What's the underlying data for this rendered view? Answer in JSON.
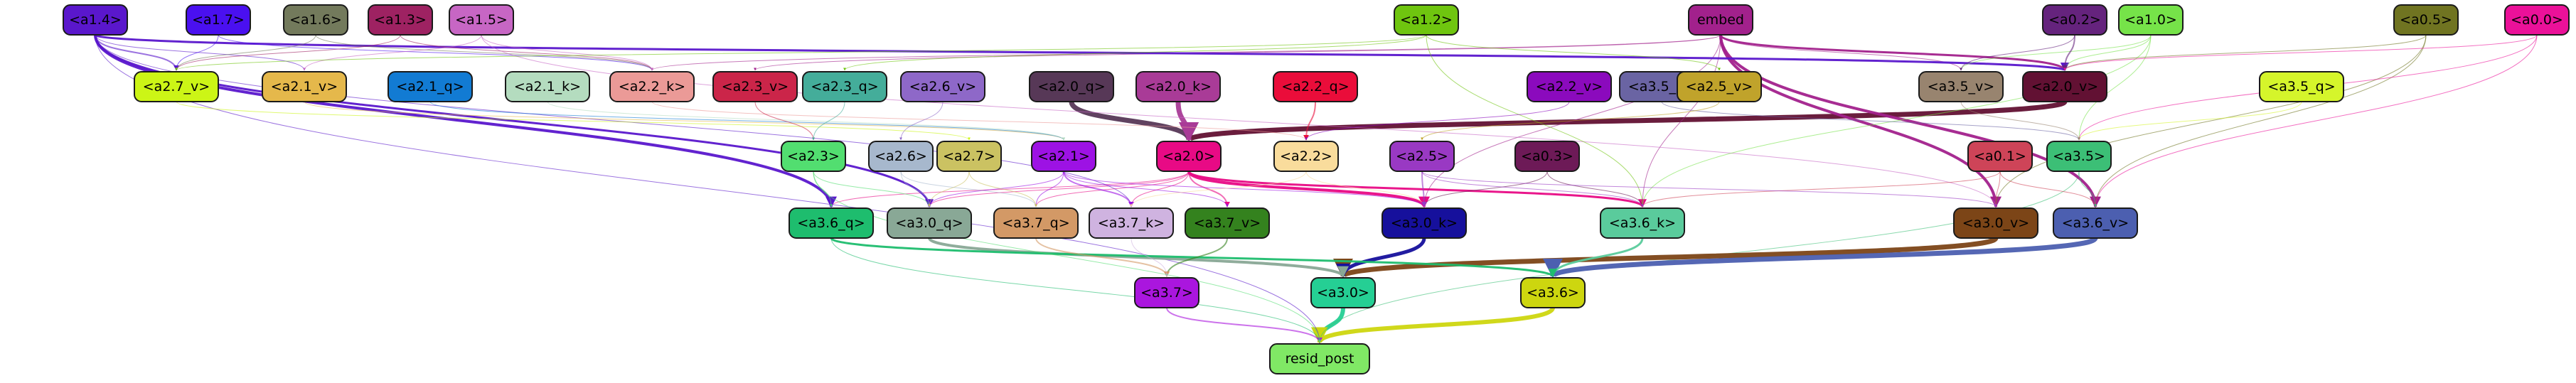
{
  "nodes": [
    {
      "id": "a1.4",
      "label": "<a1.4>",
      "color": "#5a17cc",
      "text": "#000000"
    },
    {
      "id": "a1.7",
      "label": "<a1.7>",
      "color": "#4a10f0",
      "text": "#000000"
    },
    {
      "id": "a1.6",
      "label": "<a1.6>",
      "color": "#737a5c",
      "text": "#000000"
    },
    {
      "id": "a1.3",
      "label": "<a1.3>",
      "color": "#9e2262",
      "text": "#000000"
    },
    {
      "id": "a1.5",
      "label": "<a1.5>",
      "color": "#c766c4",
      "text": "#000000"
    },
    {
      "id": "a1.2",
      "label": "<a1.2>",
      "color": "#6fc50f",
      "text": "#000000"
    },
    {
      "id": "embed",
      "label": "embed",
      "color": "#a2218c",
      "text": "#000000"
    },
    {
      "id": "a0.2",
      "label": "<a0.2>",
      "color": "#65237d",
      "text": "#000000"
    },
    {
      "id": "a1.0",
      "label": "<a1.0>",
      "color": "#76e349",
      "text": "#000000"
    },
    {
      "id": "a0.5",
      "label": "<a0.5>",
      "color": "#707421",
      "text": "#000000"
    },
    {
      "id": "a0.0",
      "label": "<a0.0>",
      "color": "#eb1199",
      "text": "#000000"
    },
    {
      "id": "a2.7_v",
      "label": "<a2.7_v>",
      "color": "#ccf516",
      "text": "#000000"
    },
    {
      "id": "a2.1_v",
      "label": "<a2.1_v>",
      "color": "#e5b84b",
      "text": "#000000"
    },
    {
      "id": "a2.1_q",
      "label": "<a2.1_q>",
      "color": "#127bd3",
      "text": "#000000"
    },
    {
      "id": "a2.1_k",
      "label": "<a2.1_k>",
      "color": "#b4dcbf",
      "text": "#000000"
    },
    {
      "id": "a2.2_k",
      "label": "<a2.2_k>",
      "color": "#eb9a97",
      "text": "#000000"
    },
    {
      "id": "a2.3_v",
      "label": "<a2.3_v>",
      "color": "#cb2549",
      "text": "#000000"
    },
    {
      "id": "a2.3_q",
      "label": "<a2.3_q>",
      "color": "#44ad9a",
      "text": "#000000"
    },
    {
      "id": "a2.6_v",
      "label": "<a2.6_v>",
      "color": "#8e68c8",
      "text": "#000000"
    },
    {
      "id": "a2.0_q",
      "label": "<a2.0_q>",
      "color": "#573857",
      "text": "#000000"
    },
    {
      "id": "a2.0_k",
      "label": "<a2.0_k>",
      "color": "#a93b97",
      "text": "#000000"
    },
    {
      "id": "a2.2_q",
      "label": "<a2.2_q>",
      "color": "#ea0d3a",
      "text": "#000000"
    },
    {
      "id": "a2.2_v",
      "label": "<a2.2_v>",
      "color": "#8b0abd",
      "text": "#000000"
    },
    {
      "id": "a3.5_k",
      "label": "<a3.5_k>",
      "color": "#6a64a3",
      "text": "#000000"
    },
    {
      "id": "a2.5_v",
      "label": "<a2.5_v>",
      "color": "#c0a32b",
      "text": "#000000"
    },
    {
      "id": "a3.5_v",
      "label": "<a3.5_v>",
      "color": "#98846f",
      "text": "#000000"
    },
    {
      "id": "a2.0_v",
      "label": "<a2.0_v>",
      "color": "#621133",
      "text": "#000000"
    },
    {
      "id": "a3.5_q",
      "label": "<a3.5_q>",
      "color": "#d5f52b",
      "text": "#000000"
    },
    {
      "id": "a2.3",
      "label": "<a2.3>",
      "color": "#52de70",
      "text": "#000000"
    },
    {
      "id": "a2.6",
      "label": "<a2.6>",
      "color": "#a7b8cd",
      "text": "#000000"
    },
    {
      "id": "a2.7",
      "label": "<a2.7>",
      "color": "#cbc262",
      "text": "#000000"
    },
    {
      "id": "a2.1",
      "label": "<a2.1>",
      "color": "#9d12e4",
      "text": "#000000"
    },
    {
      "id": "a2.0",
      "label": "<a2.0>",
      "color": "#e80a85",
      "text": "#000000"
    },
    {
      "id": "a2.2",
      "label": "<a2.2>",
      "color": "#f9dc9c",
      "text": "#000000"
    },
    {
      "id": "a2.5",
      "label": "<a2.5>",
      "color": "#9939c3",
      "text": "#000000"
    },
    {
      "id": "a0.3",
      "label": "<a0.3>",
      "color": "#6d1a57",
      "text": "#000000"
    },
    {
      "id": "a0.1",
      "label": "<a0.1>",
      "color": "#ce4458",
      "text": "#000000"
    },
    {
      "id": "a3.5",
      "label": "<a3.5>",
      "color": "#3cbf76",
      "text": "#000000"
    },
    {
      "id": "a3.6_q",
      "label": "<a3.6_q>",
      "color": "#1ebd6e",
      "text": "#000000"
    },
    {
      "id": "a3.0_q",
      "label": "<a3.0_q>",
      "color": "#89a896",
      "text": "#000000"
    },
    {
      "id": "a3.7_q",
      "label": "<a3.7_q>",
      "color": "#d39966",
      "text": "#000000"
    },
    {
      "id": "a3.7_k",
      "label": "<a3.7_k>",
      "color": "#cfb3e0",
      "text": "#000000"
    },
    {
      "id": "a3.7_v",
      "label": "<a3.7_v>",
      "color": "#34821e",
      "text": "#000000"
    },
    {
      "id": "a3.0_k",
      "label": "<a3.0_k>",
      "color": "#16109c",
      "text": "#000000"
    },
    {
      "id": "a3.6_k",
      "label": "<a3.6_k>",
      "color": "#5acb9c",
      "text": "#000000"
    },
    {
      "id": "a3.0_v",
      "label": "<a3.0_v>",
      "color": "#7c4517",
      "text": "#000000"
    },
    {
      "id": "a3.6_v",
      "label": "<a3.6_v>",
      "color": "#4c5fb0",
      "text": "#000000"
    },
    {
      "id": "a3.7",
      "label": "<a3.7>",
      "color": "#aa16de",
      "text": "#000000"
    },
    {
      "id": "a3.0",
      "label": "<a3.0>",
      "color": "#25cf94",
      "text": "#000000"
    },
    {
      "id": "a3.6",
      "label": "<a3.6>",
      "color": "#cdd60f",
      "text": "#000000"
    },
    {
      "id": "resid_post",
      "label": "resid_post",
      "color": "#80e865",
      "text": "#000000"
    }
  ],
  "edges": [
    {
      "from": "a3.0",
      "to": "resid_post",
      "color": "#25cf94",
      "weight": 6
    },
    {
      "from": "a3.6",
      "to": "resid_post",
      "color": "#cdd60f",
      "weight": 6
    },
    {
      "from": "a3.7",
      "to": "resid_post",
      "color": "#aa16de",
      "weight": 2
    },
    {
      "from": "a1.4",
      "to": "resid_post",
      "color": "#5a17cc",
      "weight": 1
    },
    {
      "from": "a3.6_q",
      "to": "resid_post",
      "color": "#1ebd6e",
      "weight": 1
    },
    {
      "from": "a3.5",
      "to": "resid_post",
      "color": "#3cbf76",
      "weight": 1
    },
    {
      "from": "a3.0_v",
      "to": "a3.0",
      "color": "#7c4517",
      "weight": 7
    },
    {
      "from": "a3.0_k",
      "to": "a3.0",
      "color": "#16109c",
      "weight": 5
    },
    {
      "from": "a3.0_q",
      "to": "a3.0",
      "color": "#89a896",
      "weight": 4
    },
    {
      "from": "a3.6_v",
      "to": "a3.6",
      "color": "#4c5fb0",
      "weight": 7
    },
    {
      "from": "a3.6_k",
      "to": "a3.6",
      "color": "#5acb9c",
      "weight": 3
    },
    {
      "from": "a3.6_q",
      "to": "a3.6",
      "color": "#1ebd6e",
      "weight": 3
    },
    {
      "from": "a3.7_v",
      "to": "a3.7",
      "color": "#34821e",
      "weight": 2
    },
    {
      "from": "a3.7_q",
      "to": "a3.7",
      "color": "#d39966",
      "weight": 2
    },
    {
      "from": "a3.7_k",
      "to": "a3.7",
      "color": "#cfb3e0",
      "weight": 1
    },
    {
      "from": "a2.0",
      "to": "a3.0_k",
      "color": "#e80a85",
      "weight": 4
    },
    {
      "from": "a2.0",
      "to": "a3.6_k",
      "color": "#e80a85",
      "weight": 3
    },
    {
      "from": "a2.0",
      "to": "a3.7_v",
      "color": "#e80a85",
      "weight": 2
    },
    {
      "from": "a2.0",
      "to": "a3.0_q",
      "color": "#e80a85",
      "weight": 1
    },
    {
      "from": "a2.0",
      "to": "a3.7_k",
      "color": "#e80a85",
      "weight": 1
    },
    {
      "from": "a2.0",
      "to": "a3.7_q",
      "color": "#e80a85",
      "weight": 1
    },
    {
      "from": "a2.0",
      "to": "a3.6_q",
      "color": "#e80a85",
      "weight": 1
    },
    {
      "from": "a2.0_v",
      "to": "a2.0",
      "color": "#621133",
      "weight": 7
    },
    {
      "from": "a2.0_q",
      "to": "a2.0",
      "color": "#573857",
      "weight": 7
    },
    {
      "from": "a2.0_k",
      "to": "a2.0",
      "color": "#a93b97",
      "weight": 7
    },
    {
      "from": "embed",
      "to": "a3.0_v",
      "color": "#a2218c",
      "weight": 4
    },
    {
      "from": "embed",
      "to": "a3.6_v",
      "color": "#a2218c",
      "weight": 4
    },
    {
      "from": "embed",
      "to": "a2.0_v",
      "color": "#a2218c",
      "weight": 3
    },
    {
      "from": "embed",
      "to": "a3.6_k",
      "color": "#a2218c",
      "weight": 1
    },
    {
      "from": "embed",
      "to": "a3.5_v",
      "color": "#a2218c",
      "weight": 1
    },
    {
      "from": "embed",
      "to": "a2.2_k",
      "color": "#a2218c",
      "weight": 1
    },
    {
      "from": "embed",
      "to": "a2.3_v",
      "color": "#a2218c",
      "weight": 1
    },
    {
      "from": "embed",
      "to": "a3.0_k",
      "color": "#a2218c",
      "weight": 1
    },
    {
      "from": "a1.4",
      "to": "a3.6_q",
      "color": "#5a17cc",
      "weight": 4
    },
    {
      "from": "a1.4",
      "to": "a3.0_q",
      "color": "#5a17cc",
      "weight": 3
    },
    {
      "from": "a1.4",
      "to": "a2.0_v",
      "color": "#5a17cc",
      "weight": 3
    },
    {
      "from": "a1.4",
      "to": "a2.7_v",
      "color": "#5a17cc",
      "weight": 2
    },
    {
      "from": "a1.4",
      "to": "a2.1_v",
      "color": "#5a17cc",
      "weight": 1
    },
    {
      "from": "a1.4",
      "to": "a3.7_k",
      "color": "#5a17cc",
      "weight": 1
    },
    {
      "from": "a1.7",
      "to": "a2.7_v",
      "color": "#4a10f0",
      "weight": 1
    },
    {
      "from": "a1.7",
      "to": "a2.2_k",
      "color": "#4a10f0",
      "weight": 1
    },
    {
      "from": "a1.6",
      "to": "a2.7_v",
      "color": "#737a5c",
      "weight": 1
    },
    {
      "from": "a1.6",
      "to": "a2.2_k",
      "color": "#737a5c",
      "weight": 1
    },
    {
      "from": "a1.3",
      "to": "a2.7_v",
      "color": "#9e2262",
      "weight": 1
    },
    {
      "from": "a1.3",
      "to": "a2.2_k",
      "color": "#9e2262",
      "weight": 1
    },
    {
      "from": "a1.5",
      "to": "a2.1_v",
      "color": "#c766c4",
      "weight": 1
    },
    {
      "from": "a1.5",
      "to": "a2.2_k",
      "color": "#c766c4",
      "weight": 1
    },
    {
      "from": "a1.5",
      "to": "a3.0_v",
      "color": "#c766c4",
      "weight": 1
    },
    {
      "from": "a1.2",
      "to": "a2.7_v",
      "color": "#6fc50f",
      "weight": 1
    },
    {
      "from": "a1.2",
      "to": "a2.5_v",
      "color": "#6fc50f",
      "weight": 1
    },
    {
      "from": "a1.2",
      "to": "a2.3_q",
      "color": "#6fc50f",
      "weight": 1
    },
    {
      "from": "a1.2",
      "to": "a3.6_k",
      "color": "#6fc50f",
      "weight": 1
    },
    {
      "from": "a1.0",
      "to": "a3.5_v",
      "color": "#76e349",
      "weight": 1
    },
    {
      "from": "a1.0",
      "to": "a2.0_v",
      "color": "#76e349",
      "weight": 1
    },
    {
      "from": "a1.0",
      "to": "a3.5",
      "color": "#76e349",
      "weight": 1
    },
    {
      "from": "a1.0",
      "to": "a3.6_k",
      "color": "#76e349",
      "weight": 1
    },
    {
      "from": "a0.2",
      "to": "a2.0_v",
      "color": "#65237d",
      "weight": 2
    },
    {
      "from": "a0.2",
      "to": "a3.5_v",
      "color": "#65237d",
      "weight": 1
    },
    {
      "from": "a0.5",
      "to": "a2.0_v",
      "color": "#707421",
      "weight": 1
    },
    {
      "from": "a0.5",
      "to": "a3.6_v",
      "color": "#707421",
      "weight": 1
    },
    {
      "from": "a0.5",
      "to": "a3.0_v",
      "color": "#707421",
      "weight": 1
    },
    {
      "from": "a0.0",
      "to": "a2.0_v",
      "color": "#eb1199",
      "weight": 1
    },
    {
      "from": "a0.0",
      "to": "a3.6_v",
      "color": "#eb1199",
      "weight": 1
    },
    {
      "from": "a0.0",
      "to": "a3.5",
      "color": "#eb1199",
      "weight": 1
    },
    {
      "from": "a0.1",
      "to": "a3.0_v",
      "color": "#ce4458",
      "weight": 1
    },
    {
      "from": "a0.1",
      "to": "a3.6_v",
      "color": "#ce4458",
      "weight": 1
    },
    {
      "from": "a0.1",
      "to": "a3.6_k",
      "color": "#ce4458",
      "weight": 1
    },
    {
      "from": "a0.3",
      "to": "a3.0_k",
      "color": "#6d1a57",
      "weight": 1
    },
    {
      "from": "a0.3",
      "to": "a3.6_k",
      "color": "#6d1a57",
      "weight": 1
    },
    {
      "from": "a3.5",
      "to": "a3.6_v",
      "color": "#3cbf76",
      "weight": 1
    },
    {
      "from": "a3.5_q",
      "to": "a3.5",
      "color": "#d5f52b",
      "weight": 1
    },
    {
      "from": "a3.5_k",
      "to": "a3.5",
      "color": "#6a64a3",
      "weight": 1
    },
    {
      "from": "a3.5_v",
      "to": "a3.5",
      "color": "#98846f",
      "weight": 1
    },
    {
      "from": "a2.7_v",
      "to": "a2.7",
      "color": "#ccf516",
      "weight": 1
    },
    {
      "from": "a2.1_v",
      "to": "a2.1",
      "color": "#e5b84b",
      "weight": 1
    },
    {
      "from": "a2.1_q",
      "to": "a2.1",
      "color": "#127bd3",
      "weight": 1
    },
    {
      "from": "a2.1_k",
      "to": "a2.1",
      "color": "#b4dcbf",
      "weight": 1
    },
    {
      "from": "a2.2_q",
      "to": "a2.2",
      "color": "#ea0d3a",
      "weight": 2
    },
    {
      "from": "a2.2_k",
      "to": "a2.2",
      "color": "#eb9a97",
      "weight": 1
    },
    {
      "from": "a2.2_v",
      "to": "a2.2",
      "color": "#8b0abd",
      "weight": 1
    },
    {
      "from": "a2.3_v",
      "to": "a2.3",
      "color": "#cb2549",
      "weight": 1
    },
    {
      "from": "a2.3_q",
      "to": "a2.3",
      "color": "#44ad9a",
      "weight": 1
    },
    {
      "from": "a2.6_v",
      "to": "a2.6",
      "color": "#8e68c8",
      "weight": 1
    },
    {
      "from": "a2.5_v",
      "to": "a2.5",
      "color": "#c0a32b",
      "weight": 1
    },
    {
      "from": "a2.1",
      "to": "a3.7_k",
      "color": "#9d12e4",
      "weight": 2
    },
    {
      "from": "a2.1",
      "to": "a3.0_k",
      "color": "#9d12e4",
      "weight": 1
    },
    {
      "from": "a2.1",
      "to": "a3.0_q",
      "color": "#9d12e4",
      "weight": 1
    },
    {
      "from": "a2.1",
      "to": "a3.7_q",
      "color": "#9d12e4",
      "weight": 1
    },
    {
      "from": "a2.1",
      "to": "a3.7_v",
      "color": "#9d12e4",
      "weight": 1
    },
    {
      "from": "a2.2",
      "to": "a3.0_k",
      "color": "#f9dc9c",
      "weight": 1
    },
    {
      "from": "a2.2",
      "to": "a3.7_k",
      "color": "#f9dc9c",
      "weight": 1
    },
    {
      "from": "a2.5",
      "to": "a3.0_k",
      "color": "#9939c3",
      "weight": 2
    },
    {
      "from": "a2.5",
      "to": "a3.6_k",
      "color": "#9939c3",
      "weight": 1
    },
    {
      "from": "a2.5",
      "to": "a3.0_v",
      "color": "#9939c3",
      "weight": 1
    },
    {
      "from": "a2.3",
      "to": "a3.6_q",
      "color": "#52de70",
      "weight": 1
    },
    {
      "from": "a2.3",
      "to": "a3.0_q",
      "color": "#52de70",
      "weight": 1
    },
    {
      "from": "a2.3",
      "to": "resid_post",
      "color": "#52de70",
      "weight": 1
    },
    {
      "from": "a2.6",
      "to": "a3.0_q",
      "color": "#a7b8cd",
      "weight": 1
    },
    {
      "from": "a2.6",
      "to": "a3.7_q",
      "color": "#a7b8cd",
      "weight": 1
    },
    {
      "from": "a2.7",
      "to": "a3.7_q",
      "color": "#cbc262",
      "weight": 1
    },
    {
      "from": "a2.7",
      "to": "a3.0_q",
      "color": "#cbc262",
      "weight": 1
    }
  ]
}
